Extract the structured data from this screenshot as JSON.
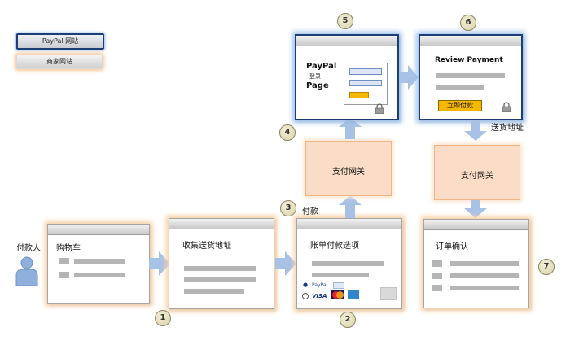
{
  "legend": {
    "paypal": "PayPal 网站",
    "merchant": "商家网站"
  },
  "payer": {
    "label": "付款人"
  },
  "steps": [
    "1",
    "2",
    "3",
    "4",
    "5",
    "6",
    "7"
  ],
  "cart": {
    "title": "购物车"
  },
  "shipping": {
    "title": "收集送货地址"
  },
  "billing": {
    "title": "账单付款选项",
    "paypal_option": "PayPal",
    "card_brands": [
      "VISA",
      "MasterCard",
      "AMEX"
    ]
  },
  "gateway_left": {
    "label": "支付网关"
  },
  "gateway_right": {
    "label": "支付网关"
  },
  "pay_label": "付款",
  "shipping_address_label": "送货地址",
  "paypal_login": {
    "title_line1": "PayPal",
    "title_line2": "登录",
    "title_line3": "Page"
  },
  "review": {
    "title": "Review Payment",
    "pay_button": "立即付款"
  },
  "confirm": {
    "title": "订单确认"
  },
  "colors": {
    "paypal_border": "#1d3d75",
    "merchant_glow": "#f7cfa3",
    "arrow": "#a8c2e6",
    "gateway_fill": "#fbdcc7",
    "pay_button": "#f5b800"
  }
}
